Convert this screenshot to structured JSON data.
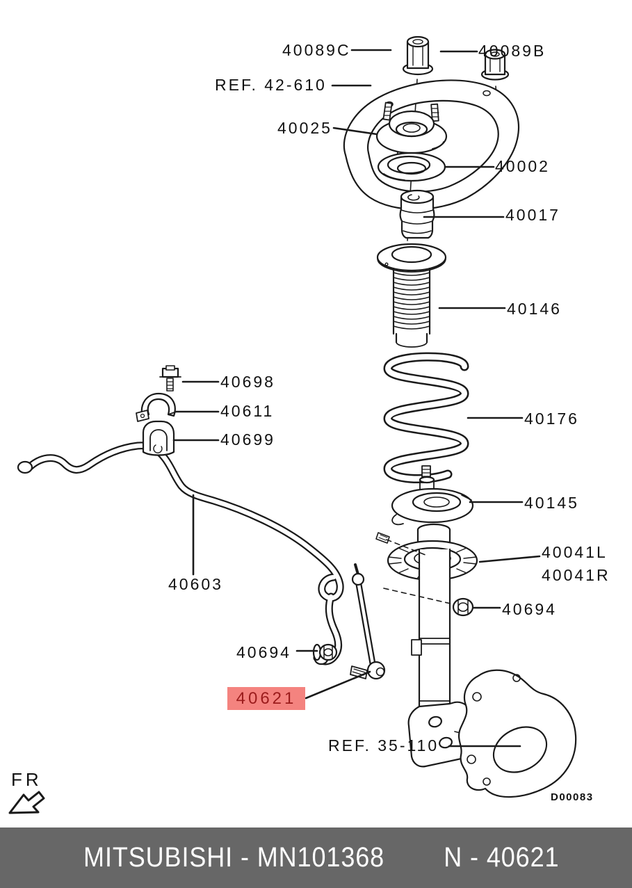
{
  "colors": {
    "line": "#1a1a1a",
    "highlight_bg": "#f4837f",
    "highlight_fg": "#9b1c1c",
    "footer_bg": "#676767",
    "footer_fg": "#ffffff"
  },
  "diagram": {
    "labels": [
      {
        "text": "40089C"
      },
      {
        "text": "40089B"
      },
      {
        "text": "REF. 42-610"
      },
      {
        "text": "40025"
      },
      {
        "text": "40002"
      },
      {
        "text": "40017"
      },
      {
        "text": "40146"
      },
      {
        "text": "40698"
      },
      {
        "text": "40611"
      },
      {
        "text": "40699"
      },
      {
        "text": "40176"
      },
      {
        "text": "40145"
      },
      {
        "text": "40041L"
      },
      {
        "text": "40041R"
      },
      {
        "text": "40694"
      },
      {
        "text": "40603"
      },
      {
        "text": "40694"
      },
      {
        "text": "REF. 35-110"
      }
    ],
    "highlight": {
      "text": "40621"
    },
    "direction_label": "FR",
    "drawing_code": "D00083"
  },
  "footer": {
    "brand_model": "MITSUBISHI - MN101368",
    "part_ref": "N - 40621"
  }
}
